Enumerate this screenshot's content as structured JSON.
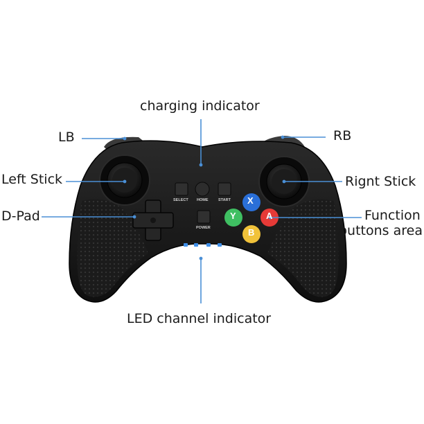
{
  "labels": {
    "charging": "charging indicator",
    "lb": "LB",
    "rb": "RB",
    "left_stick": "Left Stick",
    "right_stick": "Rignt Stick",
    "dpad": "D-Pad",
    "function_line1": "Function",
    "function_line2": "buttons area",
    "led": "LED channel  indicator"
  },
  "controller": {
    "select": "SELECT",
    "home": "HOME",
    "start": "START",
    "power": "POWER",
    "btn_x": "X",
    "btn_y": "Y",
    "btn_a": "A",
    "btn_b": "B"
  },
  "colors": {
    "leader_line": "#4a8fd6",
    "body": "#141414",
    "btn_x": "#2a6fd8",
    "btn_y": "#3fbf62",
    "btn_a": "#e63a37",
    "btn_b": "#f1c23a",
    "led": "#3f8fe8"
  }
}
